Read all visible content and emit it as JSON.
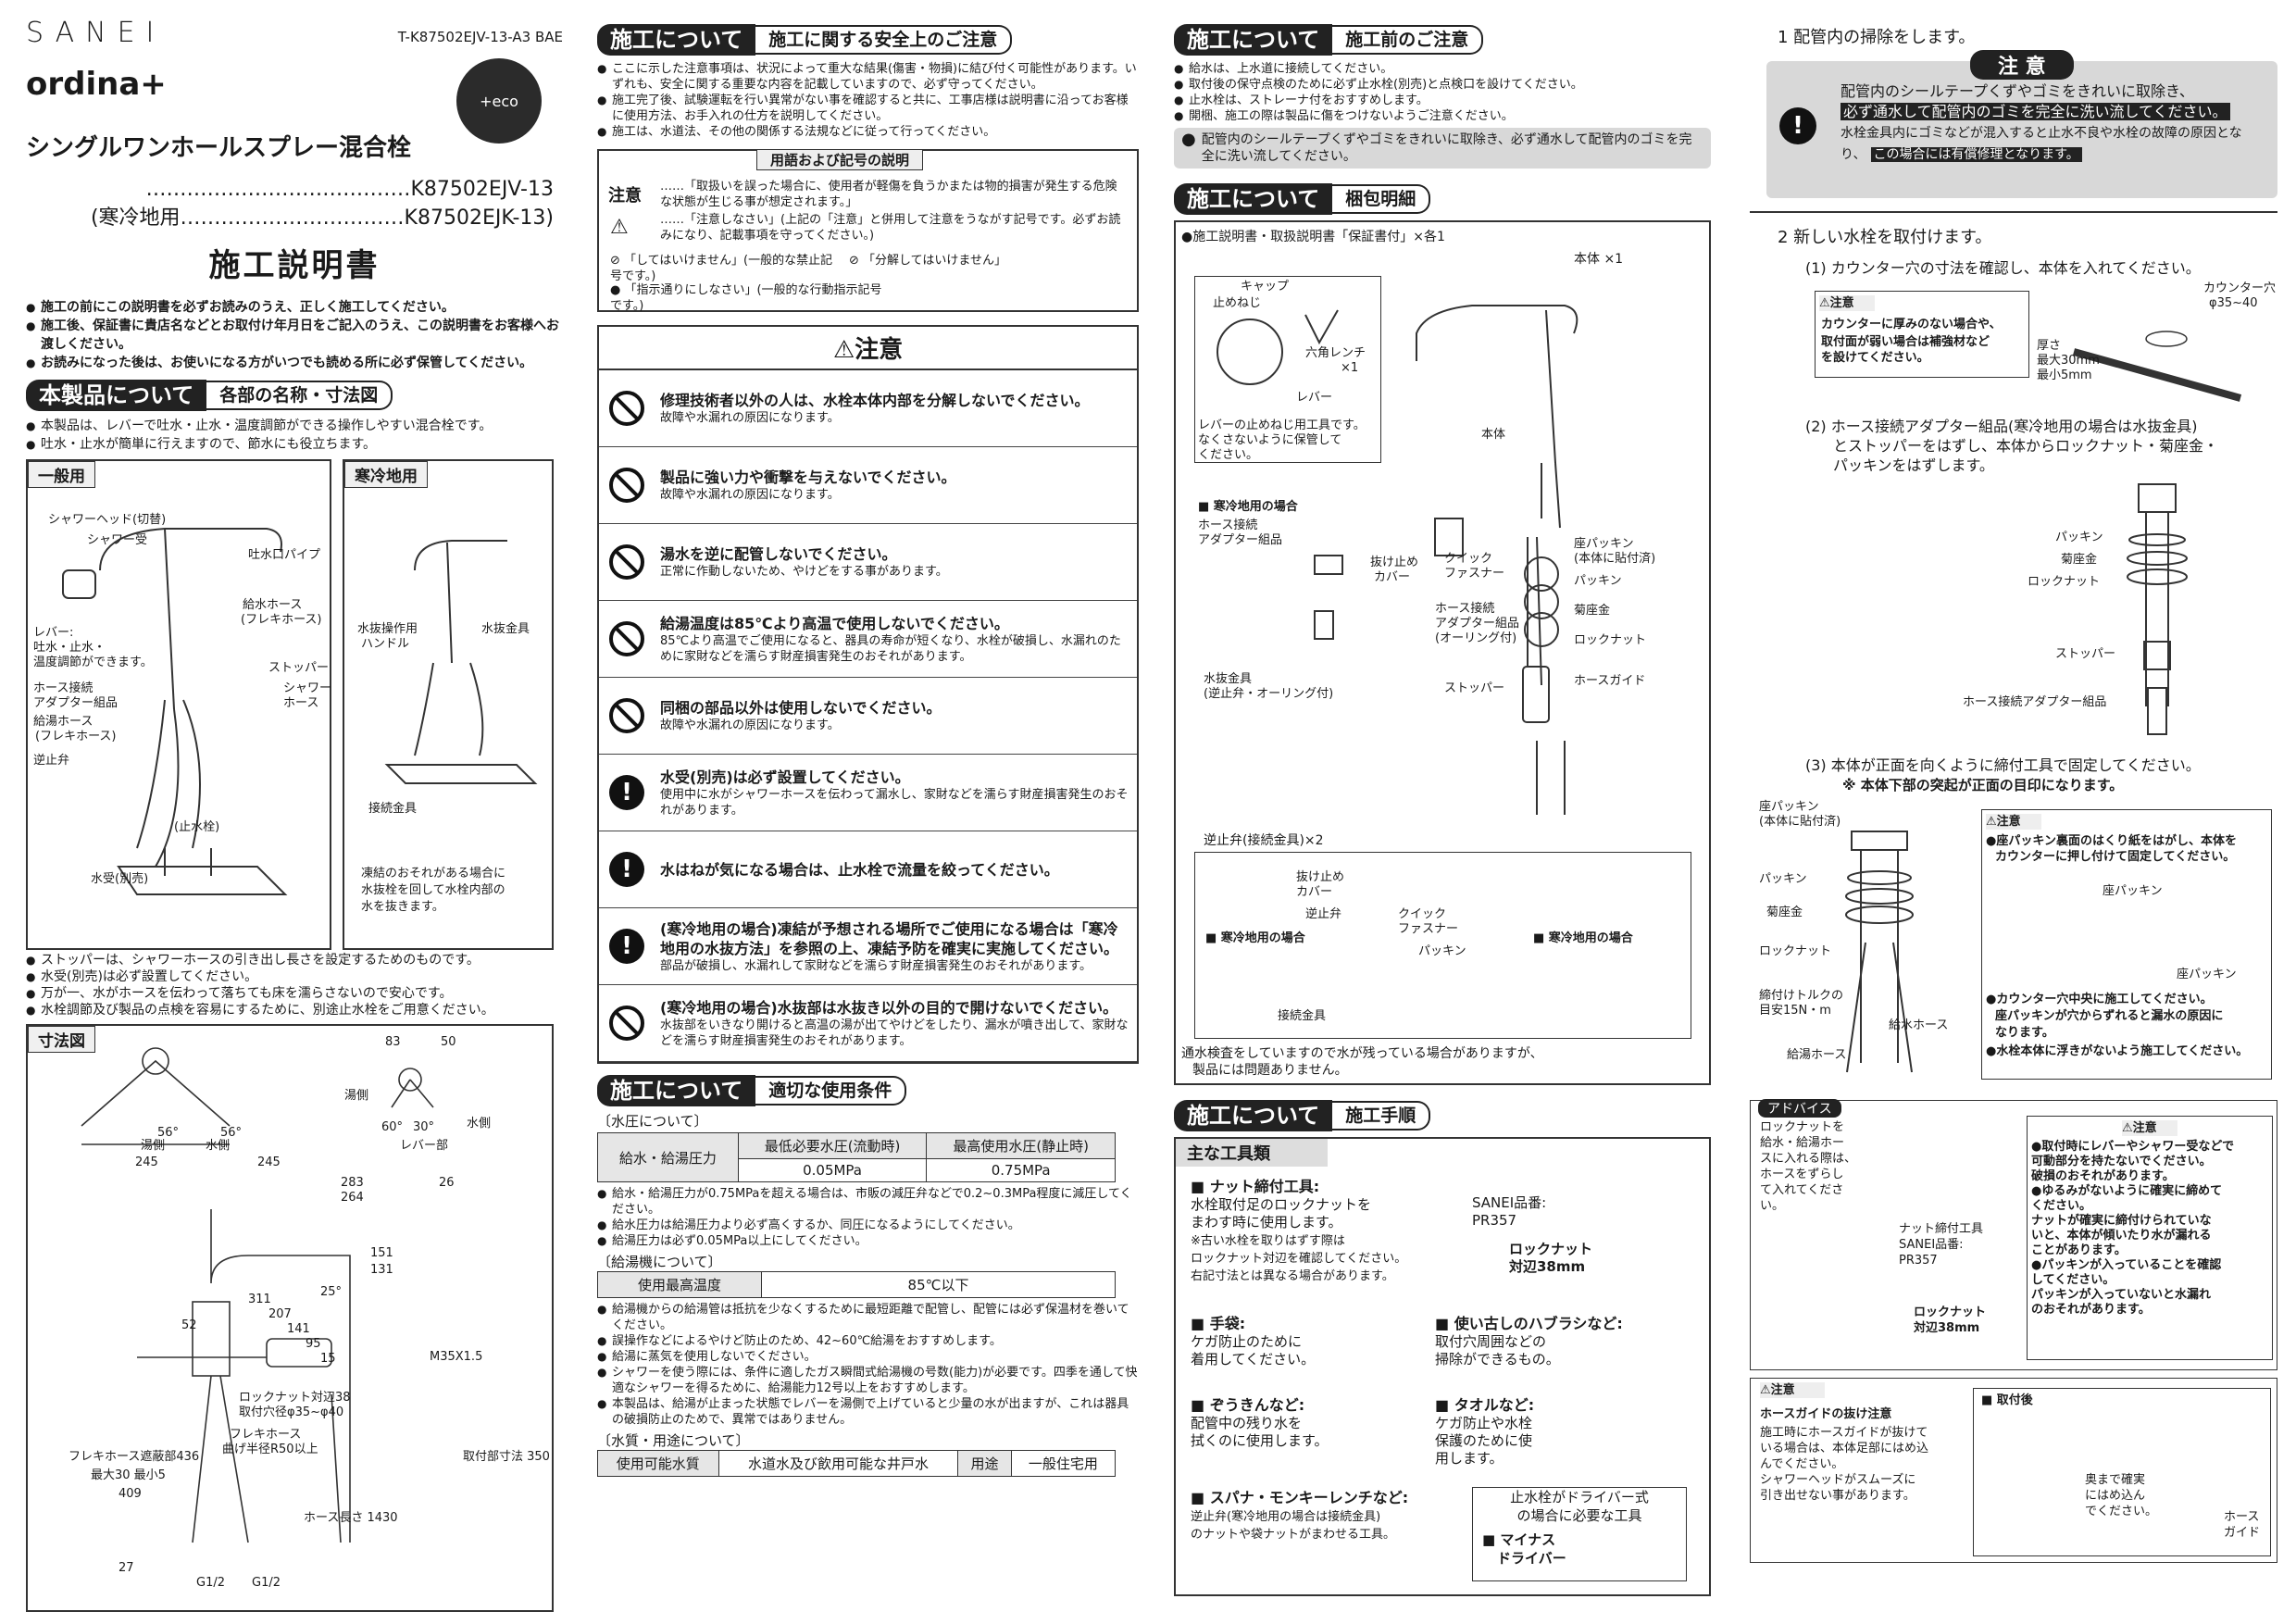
{
  "header": {
    "brand": "SANEI",
    "doc_code": "T-K87502EJV-13-A3 BAE",
    "series": "ordina+",
    "eco": "+eco",
    "product_name": "シングルワンホールスプレー混合栓",
    "model_std": "…………………………………K87502EJV-13",
    "model_cold": "(寒冷地用……………………………K87502EJK-13)",
    "manual_title": "施工説明書"
  },
  "intro": [
    "施工の前にこの説明書を必ずお読みのうえ、正しく施工してください。",
    "施工後、保証書に貴店名などとお取付け年月日をご記入のうえ、この説明書をお客様へお渡しください。",
    "お読みになった後は、お使いになる方がいつでも読める所に必ず保管してください。"
  ],
  "sec_product": {
    "dark": "本製品について",
    "light": "各部の名称・寸法図",
    "notes": [
      "本製品は、レバーで吐水・止水・温度調節ができる操作しやすい混合栓です。",
      "吐水・止水が簡単に行えますので、節水にも役立ちます。"
    ],
    "box_std": "一般用",
    "box_cold": "寒冷地用",
    "std_labels": [
      "シャワーヘッド(切替)",
      "シャワー受",
      "吐水口パイプ",
      "給水ホース",
      "(フレキホース)",
      "レバー:",
      "吐水・止水・",
      "温度調節ができます。",
      "ストッパー",
      "ホース接続",
      "アダプター組品",
      "シャワー",
      "ホース",
      "給湯ホース",
      "(フレキホース)",
      "逆止弁",
      "(止水栓)",
      "水受(別売)"
    ],
    "cold_labels": [
      "水抜操作用",
      "ハンドル",
      "水抜金具",
      "接続金具",
      "凍結のおそれがある場合に",
      "水抜栓を回して水栓内部の",
      "水を抜きます。"
    ],
    "after": [
      "ストッパーは、シャワーホースの引き出し長さを設定するためのものです。",
      "水受(別売)は必ず設置してください。",
      "万が一、水がホースを伝わって落ちても床を濡らさないので安心です。",
      "水栓調節及び製品の点検を容易にするために、別途止水栓をご用意ください。"
    ],
    "dim_title": "寸法図",
    "dim_labels": [
      "56°",
      "56°",
      "湯側",
      "水側",
      "245",
      "245",
      "83",
      "50",
      "湯側",
      "水側",
      "60°",
      "30°",
      "レバー部",
      "283",
      "26",
      "264",
      "151",
      "131",
      "25°",
      "311",
      "207",
      "141",
      "95",
      "15",
      "52",
      "M35X1.5",
      "ロックナット対辺38",
      "取付穴径φ35~φ40",
      "フレキホース",
      "曲げ半径R50以上",
      "フレキホース遮蔽部436",
      "最大30 最小5",
      "409",
      "取付部寸法 350",
      "ホース長さ 1430",
      "27",
      "G1/2",
      "G1/2"
    ]
  },
  "sec_safety": {
    "dark": "施工について",
    "light": "施工に関する安全上のご注意",
    "notes": [
      "ここに示した注意事項は、状況によって重大な結果(傷害・物損)に結び付く可能性があります。いずれも、安全に関する重要な内容を記載していますので、必ず守ってください。",
      "施工完了後、試験運転を行い異常がない事を確認すると共に、工事店様は説明書に沿ってお客様に使用方法、お手入れの仕方を説明してください。",
      "施工は、水道法、その他の関係する法規などに従って行ってください。"
    ],
    "terms_title": "用語および記号の説明",
    "terms": [
      {
        "k": "注意",
        "v": "……「取扱いを誤った場合に、使用者が軽傷を負うかまたは物的損害が発生する危険な状態が生じる事が想定されます。」"
      },
      {
        "k": "⚠",
        "v": "……「注意しなさい」(上記の「注意」と併用して注意をうながす記号です。必ずお読みになり、記載事項を守ってください。)"
      }
    ],
    "sym1": "「してはいけません」(一般的な禁止記号です。)",
    "sym2": "「分解してはいけません」",
    "sym3": "「指示通りにしなさい」(一般的な行動指示記号です。)",
    "caution_title": "注意",
    "cautions": [
      {
        "icon": "disassemble",
        "h": "修理技術者以外の人は、水栓本体内部を分解しないでください。",
        "d": "故障や水漏れの原因になります。"
      },
      {
        "icon": "prohibit",
        "h": "製品に強い力や衝撃を与えないでください。",
        "d": "故障や水漏れの原因になります。"
      },
      {
        "icon": "prohibit",
        "h": "湯水を逆に配管しないでください。",
        "d": "正常に作動しないため、やけどをする事があります。"
      },
      {
        "icon": "prohibit",
        "h": "給湯温度は85℃より高温で使用しないでください。",
        "d": "85℃より高温でご使用になると、器具の寿命が短くなり、水栓が破損し、水漏れのために家財などを濡らす財産損害発生のおそれがあります。"
      },
      {
        "icon": "prohibit",
        "h": "同梱の部品以外は使用しないでください。",
        "d": "故障や水漏れの原因になります。"
      },
      {
        "icon": "instruct",
        "h": "水受(別売)は必ず設置してください。",
        "d": "使用中に水がシャワーホースを伝わって漏水し、家財などを濡らす財産損害発生のおそれがあります。"
      },
      {
        "icon": "instruct",
        "h": "水はねが気になる場合は、止水栓で流量を絞ってください。",
        "d": ""
      },
      {
        "icon": "instruct",
        "h": "(寒冷地用の場合)凍結が予想される場所でご使用になる場合は「寒冷地用の水抜方法」を参照の上、凍結予防を確実に実施してください。",
        "d": "部品が破損し、水漏れして家財などを濡らす財産損害発生のおそれがあります。"
      },
      {
        "icon": "prohibit",
        "h": "(寒冷地用の場合)水抜部は水抜き以外の目的で開けないでください。",
        "d": "水抜部をいきなり開けると高温の湯が出てやけどをしたり、漏水が噴き出して、家財などを濡らす財産損害発生のおそれがあります。"
      }
    ]
  },
  "sec_conditions": {
    "dark": "施工について",
    "light": "適切な使用条件",
    "water_pressure": "〔水圧について〕",
    "row_label": "給水・給湯圧力",
    "col1": "最低必要水圧(流動時)",
    "col2": "最高使用水圧(静止時)",
    "v1": "0.05MPa",
    "v2": "0.75MPa",
    "wp_notes": [
      "給水・給湯圧力が0.75MPaを超える場合は、市販の減圧弁などで0.2~0.3MPa程度に減圧してください。",
      "給水圧力は給湯圧力より必ず高くするか、同圧になるようにしてください。",
      "給湯圧力は必ず0.05MPa以上にしてください。"
    ],
    "heater": "〔給湯機について〕",
    "max_temp_label": "使用最高温度",
    "max_temp": "85℃以下",
    "heater_notes": [
      "給湯機からの給湯管は抵抗を少なくするために最短距離で配管し、配管には必ず保温材を巻いてください。",
      "誤操作などによるやけど防止のため、42~60℃給湯をおすすめします。",
      "給湯に蒸気を使用しないでください。",
      "シャワーを使う際には、条件に適したガス瞬間式給湯機の号数(能力)が必要です。四季を通して快適なシャワーを得るために、給湯能力12号以上をおすすめします。",
      "本製品は、給湯が止まった状態でレバーを湯側で上げていると少量の水が出ますが、これは器具の破損防止のためで、異常ではありません。"
    ],
    "quality": "〔水質・用途について〕",
    "q_label": "使用可能水質",
    "q_val": "水道水及び飲用可能な井戸水",
    "use_label": "用途",
    "use_val": "一般住宅用"
  },
  "sec_before": {
    "dark": "施工について",
    "light": "施工前のご注意",
    "notes": [
      "給水は、上水道に接続してください。",
      "取付後の保守点検のために必ず止水栓(別売)と点検口を設けてください。",
      "止水栓は、ストレーナ付をおすすめします。",
      "開梱、施工の際は製品に傷をつけないようご注意ください。"
    ],
    "warn": "配管内のシールテープくずやゴミをきれいに取除き、必ず通水して配管内のゴミを完全に洗い流してください。"
  },
  "sec_package": {
    "dark": "施工について",
    "light": "梱包明細",
    "docs": "●施工説明書・取扱説明書「保証書付」×各1",
    "body": "本体 ×1",
    "labels": [
      "キャップ",
      "止めねじ",
      "六角レンチ",
      "×1",
      "レバー",
      "レバーの止めねじ用工具です。",
      "なくさないように保管して",
      "ください。",
      "本体",
      "■ 寒冷地用の場合",
      "ホース接続",
      "アダプター組品",
      "抜け止め",
      "カバー",
      "クイック",
      "ファスナー",
      "座パッキン",
      "(本体に貼付済)",
      "パッキン",
      "菊座金",
      "ロックナット",
      "ホース接続",
      "アダプター組品",
      "(オーリング付)",
      "ホースガイド",
      "ストッパー",
      "水抜金具",
      "(逆止弁・オーリング付)"
    ],
    "check_title": "逆止弁(接続金具)×2",
    "check_labels": [
      "抜け止め",
      "カバー",
      "逆止弁",
      "クイック",
      "ファスナー",
      "パッキン",
      "■ 寒冷地用の場合",
      "■ 寒冷地用の場合",
      "接続金具"
    ],
    "note": [
      "通水検査をしていますので水が残っている場合がありますが、",
      "製品には問題ありません。"
    ]
  },
  "sec_procedure": {
    "dark": "施工について",
    "light": "施工手順",
    "tools_title": "主な工具類",
    "tools": [
      {
        "h": "■ ナット締付工具:",
        "d": [
          "水栓取付足のロックナットを",
          "まわす時に使用します。",
          "※古い水栓を取りはずす際は",
          "ロックナット対辺を確認してください。",
          "右記寸法とは異なる場合があります。"
        ]
      },
      {
        "h": "■ 手袋:",
        "d": [
          "ケガ防止のために",
          "着用してください。"
        ]
      },
      {
        "h": "■ 使い古しのハブラシなど:",
        "d": [
          "取付穴周囲などの",
          "掃除ができるもの。"
        ]
      },
      {
        "h": "■ ぞうきんなど:",
        "d": [
          "配管中の残り水を",
          "拭くのに使用します。"
        ]
      },
      {
        "h": "■ タオルなど:",
        "d": [
          "ケガ防止や水栓",
          "保護のために使",
          "用します。"
        ]
      },
      {
        "h": "■ スパナ・モンキーレンチなど:",
        "d": [
          "逆止弁(寒冷地用の場合は接続金具)",
          "のナットや袋ナットがまわせる工具。"
        ]
      }
    ],
    "pr357": [
      "SANEI品番:",
      "PR357"
    ],
    "locknut": [
      "ロックナット",
      "対辺38mm"
    ],
    "driver_title": [
      "止水栓がドライバー式",
      "の場合に必要な工具"
    ],
    "driver": [
      "■ マイナス",
      "ドライバー"
    ]
  },
  "step1": {
    "title": "1 配管内の掃除をします。",
    "caution": "注 意",
    "line1": "配管内のシールテープくずやゴミをきれいに取除き、",
    "line2": "必ず通水して配管内のゴミを完全に洗い流してください。",
    "line3": "水栓金具内にゴミなどが混入すると止水不良や水栓の故障の原因となり、",
    "line4": "この場合には有償修理となります。"
  },
  "step2": {
    "title": "2 新しい水栓を取付けます。",
    "s1": "(1) カウンター穴の寸法を確認し、本体を入れてください。",
    "c1_title": "注意",
    "c1": [
      "カウンターに厚みのない場合や、",
      "取付面が弱い場合は補強材など",
      "を設けてください。"
    ],
    "counter": [
      "カウンター穴",
      "φ35~40"
    ],
    "thick": [
      "厚さ",
      "最大30mm",
      "最小5mm"
    ],
    "s2": [
      "(2) ホース接続アダプター組品(寒冷地用の場合は水抜金具)",
      "とストッパーをはずし、本体からロックナット・菊座金・",
      "パッキンをはずします。"
    ],
    "parts2": [
      "パッキン",
      "菊座金",
      "ロックナット",
      "ストッパー",
      "ホース接続アダプター組品"
    ],
    "s3": "(3) 本体が正面を向くように締付工具で固定してください。",
    "s3note": "※ 本体下部の突起が正面の目印になります。",
    "parts3": [
      "座パッキン",
      "(本体に貼付済)",
      "パッキン",
      "菊座金",
      "ロックナット",
      "締付けトルクの",
      "目安15N・m",
      "給水ホース",
      "給湯ホース"
    ],
    "c2_title": "注意",
    "c2": [
      "●座パッキン裏面のはくり紙をはがし、本体を",
      "カウンターに押し付けて固定してください。"
    ],
    "zapk": [
      "座パッキン",
      "座パッキン"
    ],
    "c2b": [
      "●カウンター穴中央に施工してください。",
      "座パッキンが穴からずれると漏水の原因に",
      "なります。",
      "●水栓本体に浮きがないよう施工してください。"
    ],
    "advice": "アドバイス",
    "advice_t": [
      "ロックナットを",
      "給水・給湯ホー",
      "スに入れる際は、",
      "ホースをずらし",
      "て入れてくださ",
      "い。"
    ],
    "tool_t": [
      "ナット締付工具",
      "SANEI品番:",
      "PR357"
    ],
    "locknut": [
      "ロックナット",
      "対辺38mm"
    ],
    "c3_title": "注意",
    "c3": [
      "●取付時にレバーやシャワー受などで",
      "可動部分を持たないでください。",
      "破損のおそれがあります。",
      "●ゆるみがないように確実に締めて",
      "ください。",
      "ナットが確実に締付けられていな",
      "いと、本体が傾いたり水が漏れる",
      "ことがあります。",
      "●パッキンが入っていることを確認",
      "してください。",
      "パッキンが入っていないと水漏れ",
      "のおそれがあります。"
    ],
    "c4_title": "注意",
    "c4_h": "ホースガイドの抜け注意",
    "c4": [
      "施工時にホースガイドが抜けて",
      "いる場合は、本体足部にはめ込",
      "んでください。",
      "シャワーヘッドがスムーズに",
      "引き出せない事があります。"
    ],
    "after_title": "■ 取付後",
    "after_lbl": [
      "奥まで確実",
      "にはめ込ん",
      "でください。"
    ],
    "hoseguide": [
      "ホース",
      "ガイド"
    ]
  }
}
